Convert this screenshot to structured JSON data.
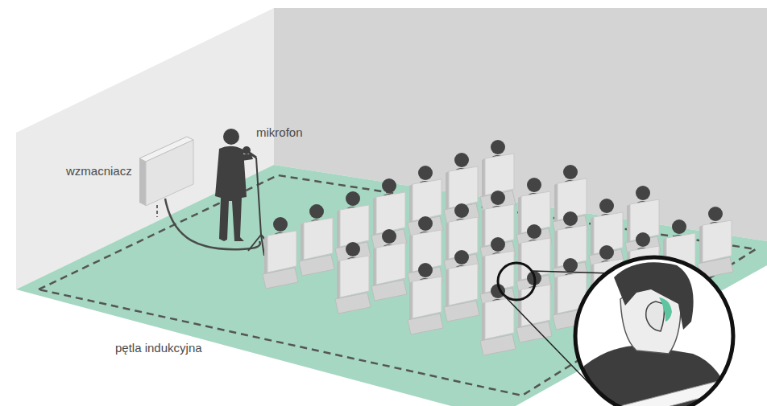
{
  "diagram": {
    "labels": [
      "mikrofon",
      "wzmacniacz",
      "pętla indukcyjna"
    ]
  }
}
